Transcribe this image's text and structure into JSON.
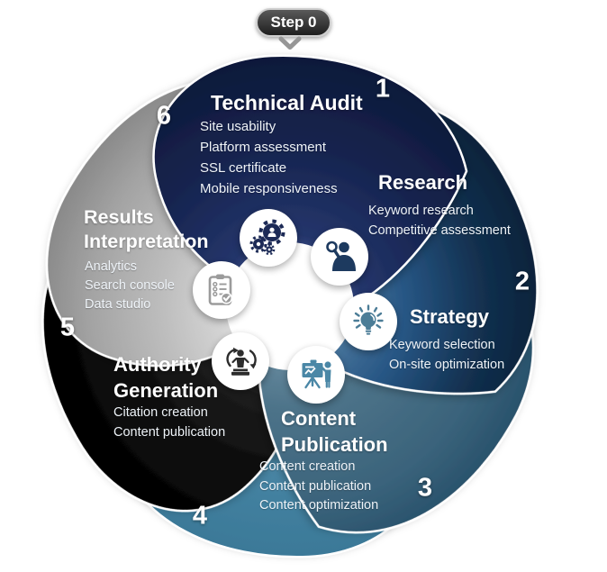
{
  "step_badge": {
    "label": "Step 0"
  },
  "segments": [
    {
      "title": "Technical Audit",
      "number": "1",
      "color": "#16244f",
      "icon": "gears-audit-icon",
      "items": [
        "Site usability",
        "Platform assessment",
        "SSL certificate",
        "Mobile responsiveness"
      ]
    },
    {
      "title": "Research",
      "number": "2",
      "color": "#1d3f63",
      "icon": "magnifier-person-icon",
      "items": [
        "Keyword research",
        "Competitive assessment"
      ]
    },
    {
      "title": "Strategy",
      "number": "3",
      "color": "#4d7389",
      "icon": "lightbulb-icon",
      "items": [
        "Keyword selection",
        "On-site optimization"
      ]
    },
    {
      "title": "Content Publication",
      "number": "4",
      "color": "#4f8aa8",
      "icon": "presentation-board-icon",
      "items": [
        "Content creation",
        "Content publication",
        "Content optimization"
      ]
    },
    {
      "title": "Authority Generation",
      "number": "5",
      "color": "#141414",
      "icon": "podium-person-icon",
      "items": [
        "Citation creation",
        "Content publication"
      ]
    },
    {
      "title": "Results Interpretation",
      "number": "6",
      "color": "#b5b5b5",
      "icon": "clipboard-checklist-icon",
      "items": [
        "Analytics",
        "Search console",
        "Data studio"
      ]
    }
  ]
}
